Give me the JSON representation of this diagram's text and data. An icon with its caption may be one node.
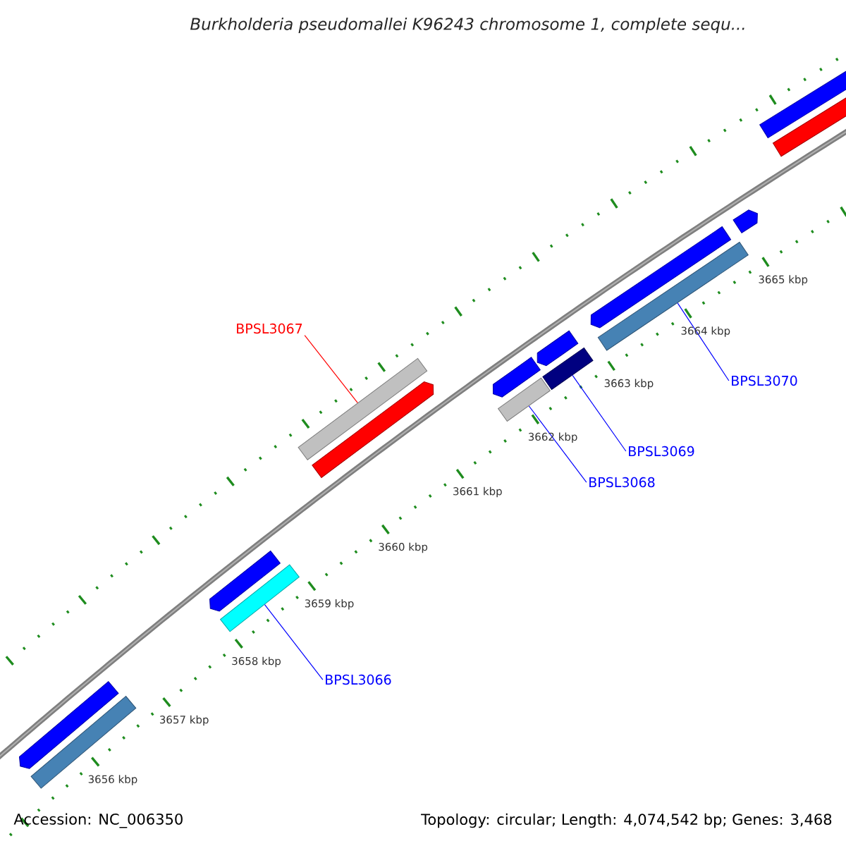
{
  "diagram": {
    "title": "Burkholderia pseudomallei K96243 chromosome 1, complete sequ...",
    "nodes": [
      {
        "text": [
          "BPSL3067"
        ]
      },
      {
        "text": [],
        "shape": "bar"
      },
      {
        "text": [
          "BPSL3070"
        ]
      },
      {
        "text": [],
        "shape": "bar"
      },
      {
        "text": [
          "BPSL3069"
        ]
      },
      {
        "text": [],
        "shape": "bar"
      },
      {
        "text": [
          "BPSL3068"
        ]
      },
      {
        "text": [],
        "shape": "bar"
      },
      {
        "text": [
          "BPSL3066"
        ]
      },
      {
        "text": [],
        "shape": "bar"
      },
      {
        "text": [],
        "shape": "bar"
      },
      {
        "text": [],
        "shape": "bar"
      },
      {
        "text": [],
        "shape": "bar"
      },
      {
        "text": [],
        "shape": "bar"
      },
      {
        "text": [],
        "shape": "bar"
      },
      {
        "text": [],
        "shape": "bar"
      },
      {
        "text": [],
        "shape": "bar"
      },
      {
        "text": [],
        "shape": "bar"
      },
      {
        "text": [],
        "shape": "bar"
      },
      {
        "text": [],
        "shape": "bar"
      }
    ],
    "edges": [
      {
        "from": 0,
        "to": 1,
        "arrow": "none",
        "color": "#ff0000"
      },
      {
        "from": 2,
        "to": 3,
        "arrow": "none"
      },
      {
        "from": 4,
        "to": 5,
        "arrow": "none"
      },
      {
        "from": 6,
        "to": 7,
        "arrow": "none"
      },
      {
        "from": 8,
        "to": 9,
        "arrow": "none"
      }
    ],
    "labels": [
      "3656 kbp",
      "3657 kbp",
      "3658 kbp",
      "3659 kbp",
      "3660 kbp",
      "3661 kbp",
      "3662 kbp",
      "3663 kbp",
      "3664 kbp",
      "3665 kbp",
      "Accession: NC_006350",
      "Topology: circular; Length: 4,074,542 bp; Genes: 3,468"
    ]
  }
}
